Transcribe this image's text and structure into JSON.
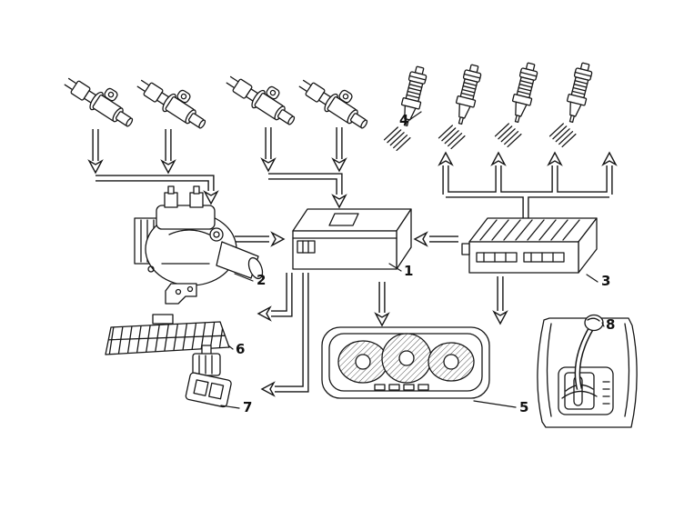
{
  "figure": {
    "type": "technical-parts-diagram",
    "background": "#ffffff",
    "ink": "#161616",
    "callouts": {
      "c1": "1",
      "c2": "2",
      "c3": "3",
      "c4": "4",
      "c5": "5",
      "c6": "6",
      "c7": "7",
      "c8": "8"
    },
    "parts": [
      {
        "callout": "1",
        "icon": "control-unit-icon"
      },
      {
        "callout": "2",
        "icon": "ignition-distributor-icon"
      },
      {
        "callout": "3",
        "icon": "control-module-icon"
      },
      {
        "callout": "4",
        "icon": "fuel-injector-icon"
      },
      {
        "callout": "5",
        "icon": "instrument-cluster-icon"
      },
      {
        "callout": "6",
        "icon": "vent-grille-icon"
      },
      {
        "callout": "7",
        "icon": "switch-icon"
      },
      {
        "callout": "8",
        "icon": "gear-selector-icon"
      }
    ]
  }
}
